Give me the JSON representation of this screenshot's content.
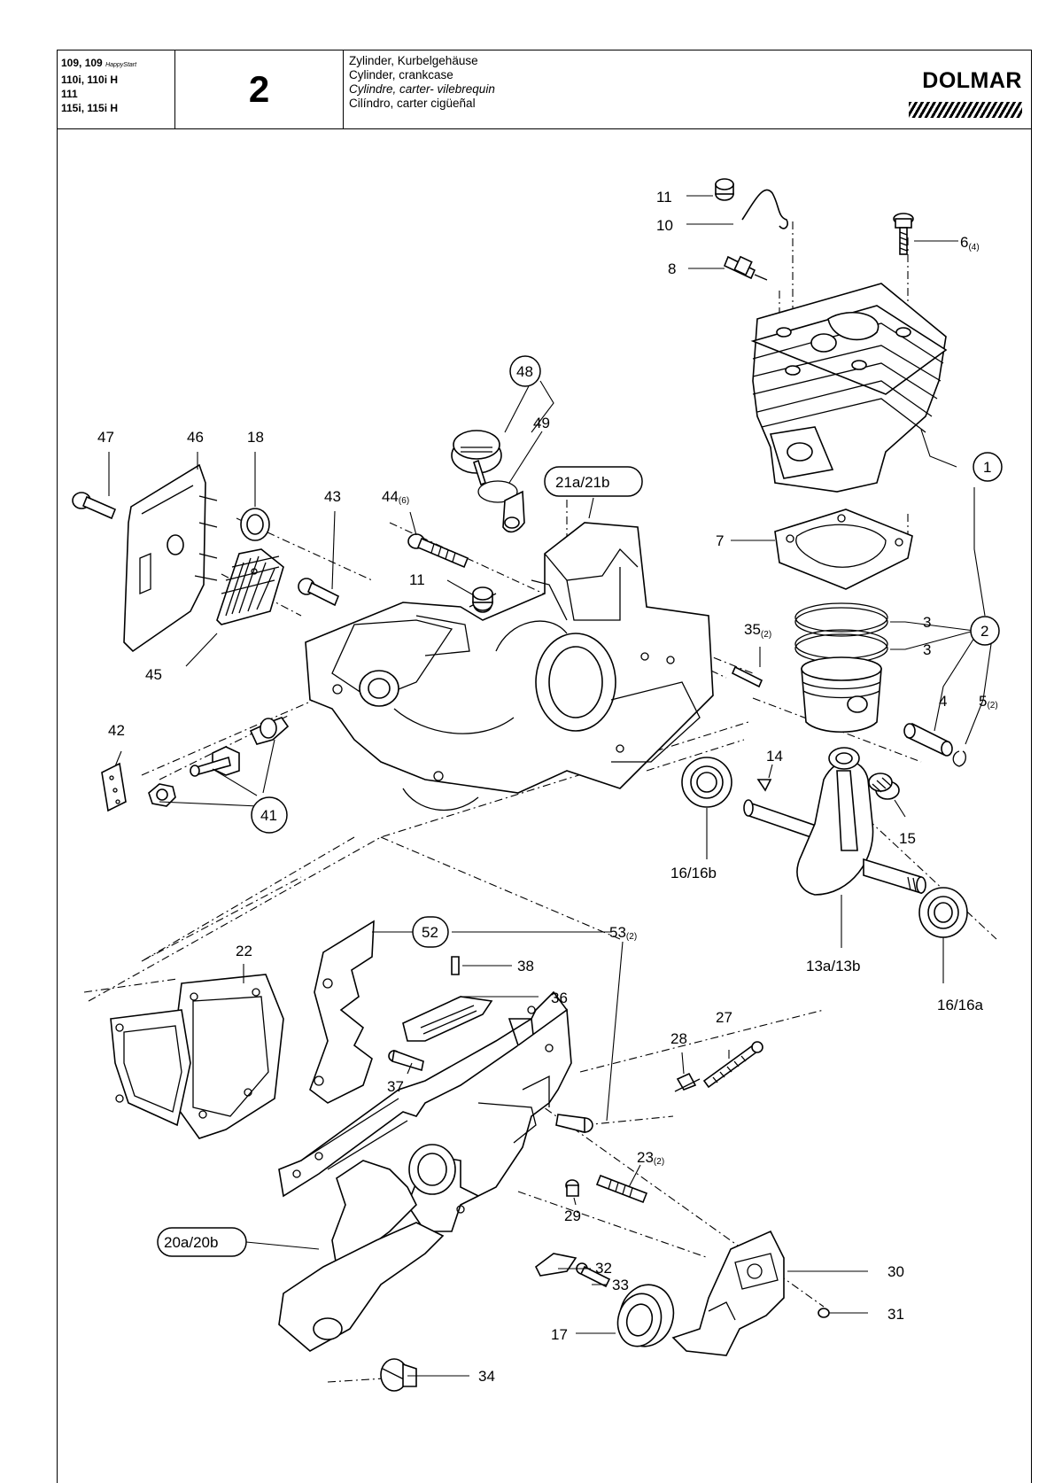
{
  "header": {
    "models": {
      "line1_main": "109, 109",
      "line1_small": "HappyStart",
      "line2": "110i, 110i H",
      "line3": "111",
      "line4": "115i, 115i H"
    },
    "page_number": "2",
    "titles": {
      "de": "Zylinder, Kurbelgehäuse",
      "en": "Cylinder, crankcase",
      "fr": "Cylindre, carter- vilebrequin",
      "es": "Cilíndro, carter cigüeñal"
    },
    "brand": "DOLMAR"
  },
  "labels": {
    "p1": "1",
    "p2": "2",
    "p3a": "3",
    "p3b": "3",
    "p4": "4",
    "p5": "5",
    "p5q": "(2)",
    "p6": "6",
    "p6q": "(4)",
    "p7": "7",
    "p8": "8",
    "p10": "10",
    "p11a": "11",
    "p11b": "11",
    "p13": "13a/13b",
    "p14": "14",
    "p15": "15",
    "p16b": "16/16b",
    "p16a": "16/16a",
    "p17": "17",
    "p18": "18",
    "p20": "20a/20b",
    "p21": "21a/21b",
    "p22": "22",
    "p23": "23",
    "p23q": "(2)",
    "p27": "27",
    "p28": "28",
    "p29": "29",
    "p30": "30",
    "p31": "31",
    "p32": "32",
    "p33": "33",
    "p34": "34",
    "p35": "35",
    "p35q": "(2)",
    "p36": "36",
    "p37": "37",
    "p38": "38",
    "p41": "41",
    "p42": "42",
    "p43": "43",
    "p44": "44",
    "p44q": "(6)",
    "p45": "45",
    "p46": "46",
    "p47": "47",
    "p48": "48",
    "p49": "49",
    "p52": "52",
    "p53": "53",
    "p53q": "(2)"
  }
}
